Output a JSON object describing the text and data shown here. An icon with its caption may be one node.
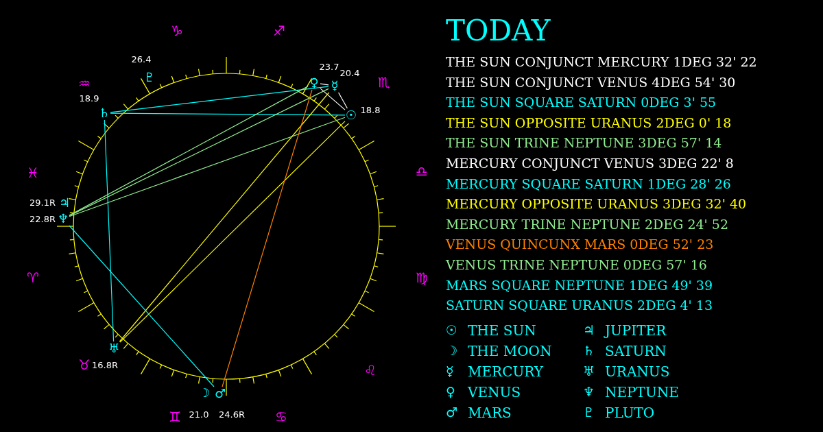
{
  "diagram": {
    "title": "TODAY",
    "nodes": [
      {
        "text": [
          "♇"
        ],
        "beside": [
          "26.4"
        ]
      },
      {
        "text": [
          "♀"
        ],
        "beside": [
          "23.7"
        ]
      },
      {
        "text": [
          "☿"
        ],
        "beside": [
          "20.4"
        ]
      },
      {
        "text": [
          "☉"
        ],
        "beside": [
          "18.8"
        ]
      },
      {
        "text": [
          "♄"
        ],
        "beside": [
          "18.9"
        ]
      },
      {
        "text": [
          "♃"
        ],
        "beside": [
          "29.1R"
        ]
      },
      {
        "text": [
          "♆"
        ],
        "beside": [
          "22.8R"
        ]
      },
      {
        "text": [
          "♅"
        ],
        "beside": [
          "16.8R"
        ]
      },
      {
        "text": [
          "☽"
        ],
        "beside": [
          "21.0"
        ]
      },
      {
        "text": [
          "♂"
        ],
        "beside": [
          "24.6R"
        ]
      }
    ],
    "edges": [
      {
        "from": 3,
        "to": 2,
        "arrow": "none",
        "color": "#ffffff"
      },
      {
        "from": 3,
        "to": 1,
        "arrow": "none",
        "color": "#ffffff"
      },
      {
        "from": 3,
        "to": 4,
        "arrow": "none",
        "color": "#00ffff"
      },
      {
        "from": 3,
        "to": 7,
        "arrow": "none",
        "color": "#ffff00"
      },
      {
        "from": 3,
        "to": 6,
        "arrow": "none",
        "color": "#90ee90"
      },
      {
        "from": 2,
        "to": 1,
        "arrow": "none",
        "color": "#ffffff"
      },
      {
        "from": 2,
        "to": 4,
        "arrow": "none",
        "color": "#00ffff"
      },
      {
        "from": 2,
        "to": 7,
        "arrow": "none",
        "color": "#ffff00"
      },
      {
        "from": 2,
        "to": 6,
        "arrow": "none",
        "color": "#90ee90"
      },
      {
        "from": 1,
        "to": 9,
        "arrow": "none",
        "color": "#ff8000"
      },
      {
        "from": 1,
        "to": 6,
        "arrow": "none",
        "color": "#90ee90"
      },
      {
        "from": 9,
        "to": 6,
        "arrow": "none",
        "color": "#00ffff"
      },
      {
        "from": 4,
        "to": 7,
        "arrow": "none",
        "color": "#00ffff"
      }
    ],
    "labels": [
      "♑",
      "♐",
      "♒",
      "♏",
      "♓",
      "♎",
      "♈",
      "♍",
      "♉",
      "♌",
      "♊",
      "♋",
      "THE SUN CONJUNCT MERCURY 1DEG 32' 22",
      "THE SUN CONJUNCT VENUS 4DEG 54' 30",
      "THE SUN SQUARE SATURN 0DEG 3' 55",
      "THE SUN OPPOSITE URANUS 2DEG 0' 18",
      "THE SUN TRINE NEPTUNE 3DEG 57' 14",
      "MERCURY CONJUNCT VENUS 3DEG 22' 8",
      "MERCURY SQUARE SATURN 1DEG 28' 26",
      "MERCURY OPPOSITE URANUS 3DEG 32' 40",
      "MERCURY TRINE NEPTUNE 2DEG 24' 52",
      "VENUS QUINCUNX MARS 0DEG 52' 23",
      "VENUS TRINE NEPTUNE 0DEG 57' 16",
      "MARS SQUARE NEPTUNE 1DEG 49' 39",
      "SATURN SQUARE URANUS 2DEG 4' 13",
      "☉",
      "THE SUN",
      "♃",
      "JUPITER",
      "☽",
      "THE MOON",
      "♄",
      "SATURN",
      "☿",
      "MERCURY",
      "♅",
      "URANUS",
      "♀",
      "VENUS",
      "♆",
      "NEPTUNE",
      "♂",
      "MARS",
      "♇",
      "PLUTO"
    ]
  }
}
